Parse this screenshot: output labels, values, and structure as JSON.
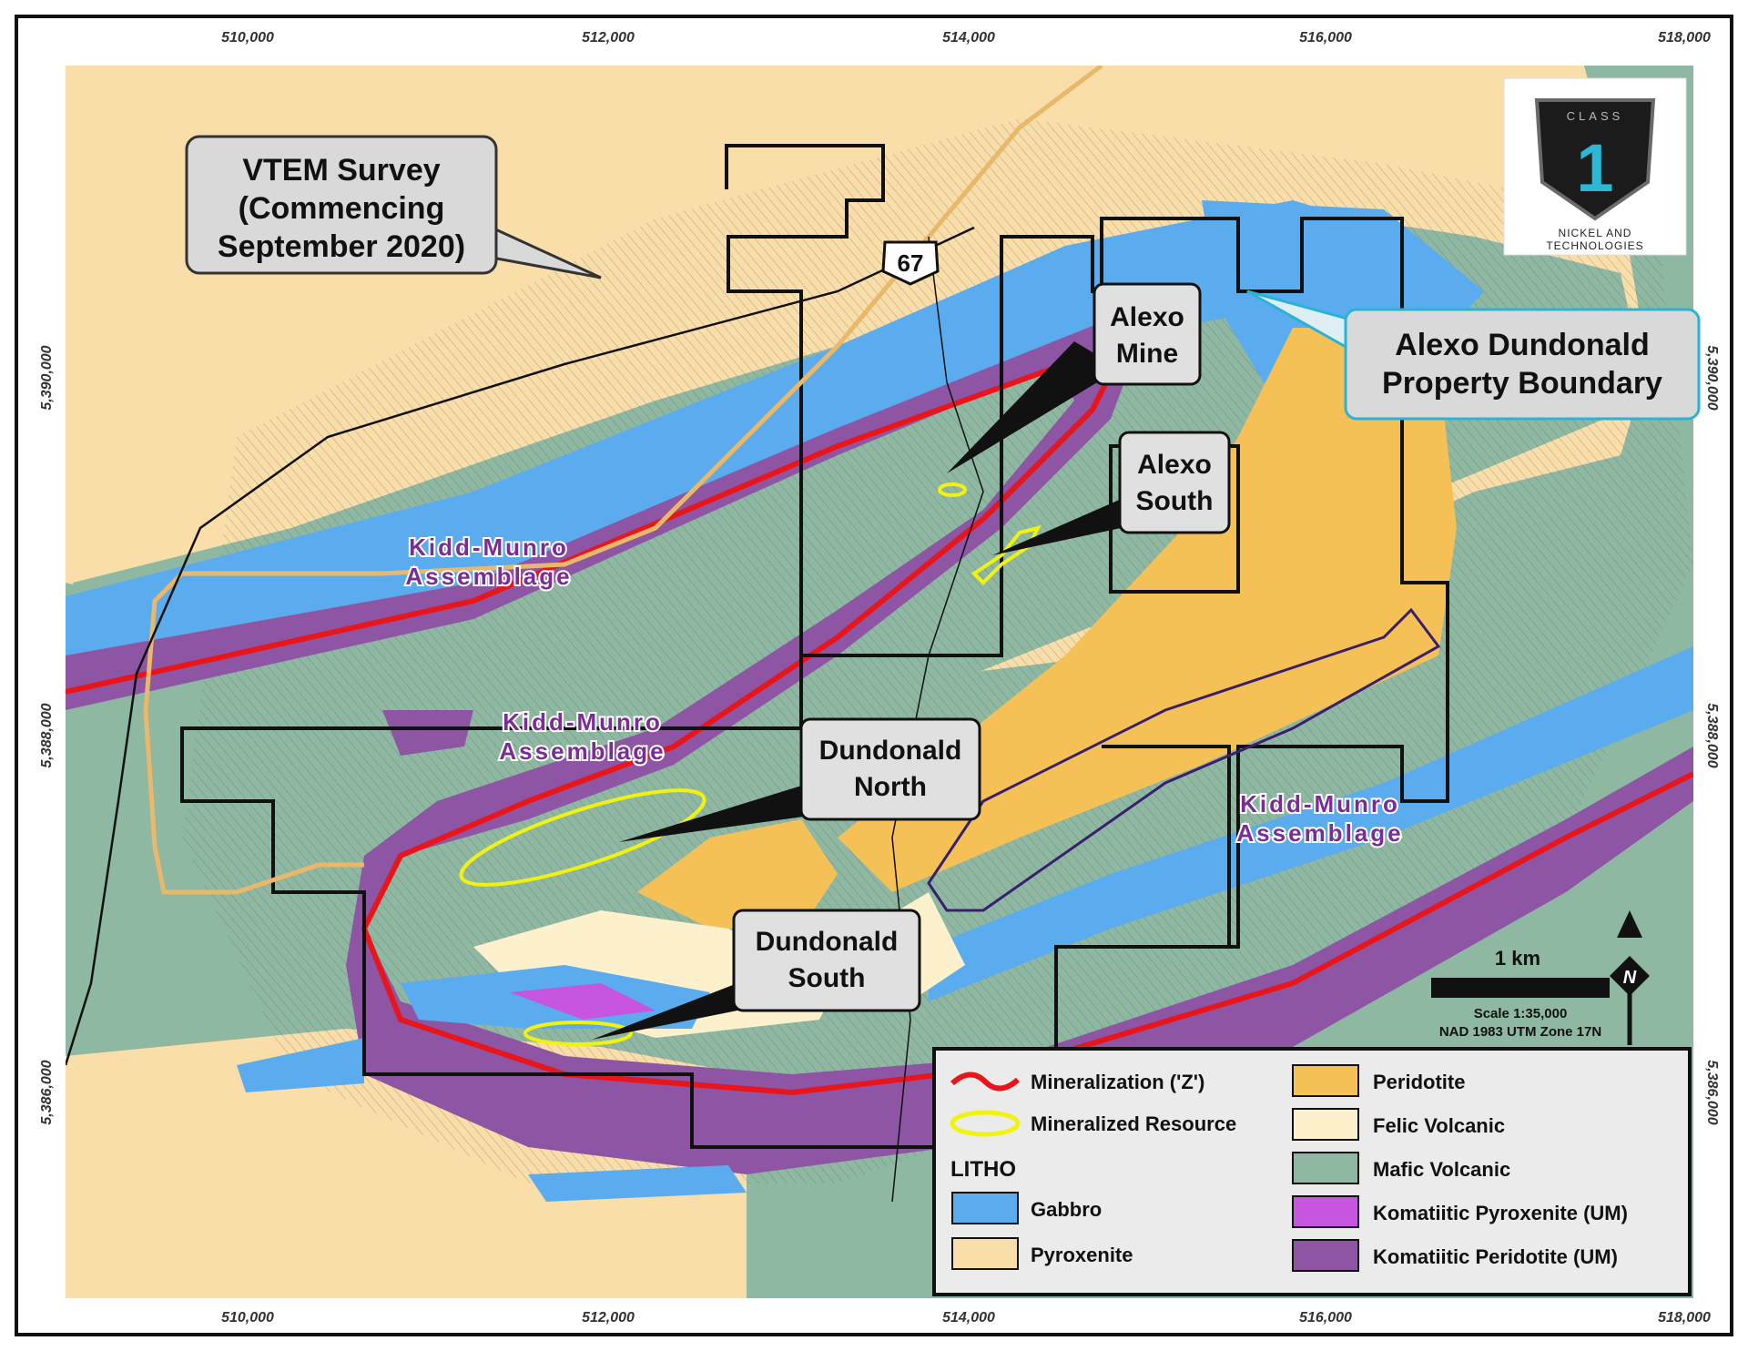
{
  "map": {
    "axis": {
      "x_ticks": [
        "510,000",
        "512,000",
        "514,000",
        "516,000",
        "518,000"
      ],
      "y_ticks": [
        "5,390,000",
        "5,388,000",
        "5,386,000"
      ]
    },
    "callouts": {
      "vtem": [
        "VTEM Survey",
        "(Commencing",
        "September 2020)"
      ],
      "alexo_mine": [
        "Alexo",
        "Mine"
      ],
      "alexo_south": [
        "Alexo",
        "South"
      ],
      "boundary": [
        "Alexo Dundonald",
        "Property Boundary"
      ],
      "dundonald_north": [
        "Dundonald",
        "North"
      ],
      "dundonald_south": [
        "Dundonald",
        "South"
      ]
    },
    "assemblage_labels": [
      [
        "Kidd-Munro",
        "Assemblage"
      ],
      [
        "Kidd-Munro",
        "Assemblage"
      ],
      [
        "Kidd-Munro",
        "Assemblage"
      ]
    ],
    "highway": "67",
    "logo": {
      "brand": "CLASS",
      "numeral": "1",
      "line1": "NICKEL AND",
      "line2": "TECHNOLOGIES"
    },
    "scale": {
      "distance": "1 km",
      "ratio": "Scale 1:35,000",
      "datum": "NAD 1983 UTM Zone 17N"
    },
    "north_arrow": "N"
  },
  "legend": {
    "mineralization": "Mineralization ('Z')",
    "resource": "Mineralized Resource",
    "litho_title": "LITHO",
    "items": [
      {
        "label": "Gabbro",
        "color": "#5aacee"
      },
      {
        "label": "Pyroxenite",
        "color": "#f9deaa"
      },
      {
        "label": "Peridotite",
        "color": "#f5c157"
      },
      {
        "label": "Felic Volcanic",
        "color": "#fdf0cc"
      },
      {
        "label": "Mafic Volcanic",
        "color": "#8fb8a3"
      },
      {
        "label": "Komatiitic Pyroxenite (UM)",
        "color": "#c755e0"
      },
      {
        "label": "Komatiitic Peridotite (UM)",
        "color": "#8d55a3"
      }
    ]
  },
  "colors": {
    "mineralization_line": "#e8151b",
    "resource_outline": "#f2f20f",
    "boundary": "#111111",
    "inner_boundary": "#3a1f6e",
    "road": "#e9b86a"
  }
}
